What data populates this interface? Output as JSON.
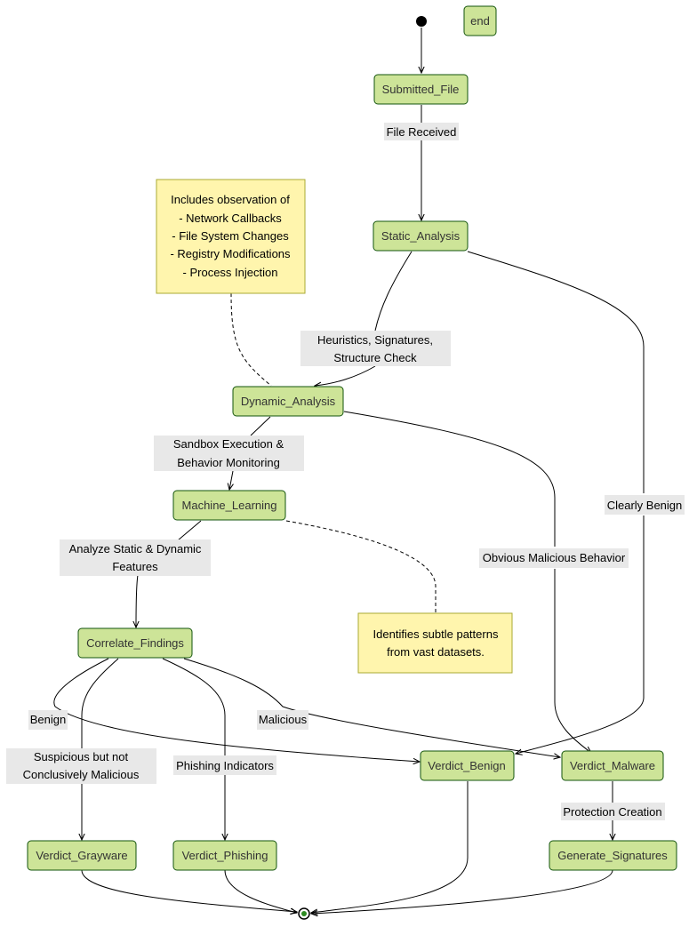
{
  "colors": {
    "state_fill": "#cde498",
    "state_border": "#13540c",
    "note_fill": "#fff5ad",
    "note_border": "#aaaa33",
    "label_background": "#e8e8e8"
  },
  "states": {
    "end": "end",
    "submitted_file": "Submitted_File",
    "static_analysis": "Static_Analysis",
    "dynamic_analysis": "Dynamic_Analysis",
    "machine_learning": "Machine_Learning",
    "correlate_findings": "Correlate_Findings",
    "verdict_benign": "Verdict_Benign",
    "verdict_malware": "Verdict_Malware",
    "verdict_grayware": "Verdict_Grayware",
    "verdict_phishing": "Verdict_Phishing",
    "generate_signatures": "Generate_Signatures"
  },
  "notes": {
    "dynamic_note": [
      "Includes observation of",
      "- Network Callbacks",
      "- File System Changes",
      "- Registry Modifications",
      "- Process Injection"
    ],
    "ml_note": [
      "Identifies subtle patterns",
      "from vast datasets."
    ]
  },
  "transitions": {
    "file_received": [
      "File Received"
    ],
    "heuristics": [
      "Heuristics, Signatures,",
      "Structure Check"
    ],
    "clearly_benign": [
      "Clearly Benign"
    ],
    "sandbox": [
      "Sandbox Execution &",
      "Behavior Monitoring"
    ],
    "obvious_malicious": [
      "Obvious Malicious Behavior"
    ],
    "analyze_features": [
      "Analyze Static & Dynamic",
      "Features"
    ],
    "benign": [
      "Benign"
    ],
    "malicious": [
      "Malicious"
    ],
    "suspicious": [
      "Suspicious but not",
      "Conclusively Malicious"
    ],
    "phishing_indicators": [
      "Phishing Indicators"
    ],
    "protection_creation": [
      "Protection Creation"
    ]
  }
}
